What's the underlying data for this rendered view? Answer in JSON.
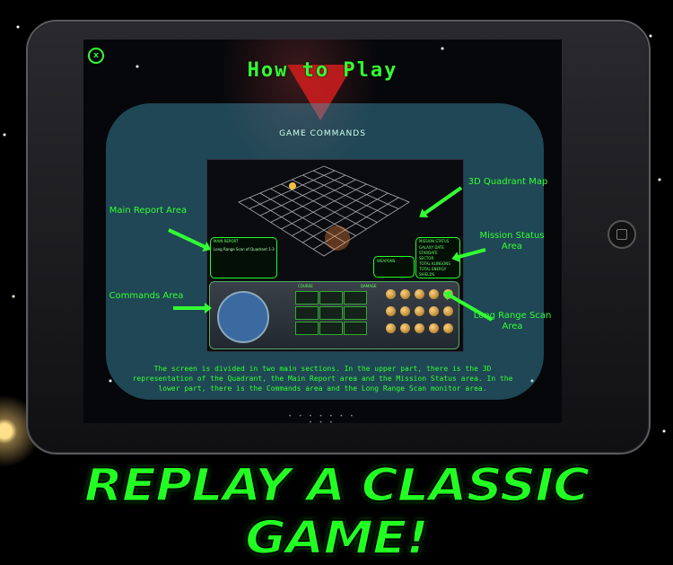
{
  "screen": {
    "title": "How to Play",
    "subtitle": "GAME COMMANDS",
    "close_symbol": "x",
    "description": "The screen is divided in two main sections. In the upper part, there is the 3D representation of the Quadrant, the Main Report area and the Mission Status area. In the lower part, there is the Commands area and the Long Range Scan monitor area.",
    "page_dots": "• • • • • • • • • •"
  },
  "callouts": {
    "quadrant_map": "3D Quadrant Map",
    "main_report": "Main Report Area",
    "mission_status": "Mission Status Area",
    "commands": "Commands Area",
    "long_range": "Long Range Scan Area"
  },
  "mini_screen": {
    "main_report_header": "MAIN REPORT",
    "main_report_text": "Long Range Scan of Quadrant 1-3",
    "mission_status_header": "MISSION STATUS",
    "mission_rows": [
      "GALAXY DATE",
      "STARDATE",
      "SECTOR",
      "TOTAL KLINGONS",
      "TOTAL ENERGY",
      "SHIELDS"
    ],
    "weapons_header": "WEAPONS",
    "course_header": "COURSE",
    "damage_header": "DAMAGE"
  },
  "banner": "REPLAY A CLASSIC GAME!",
  "colors": {
    "accent_green": "#33ff33",
    "panel_blue": "#46a0be",
    "marker_red": "#c91d1d"
  }
}
